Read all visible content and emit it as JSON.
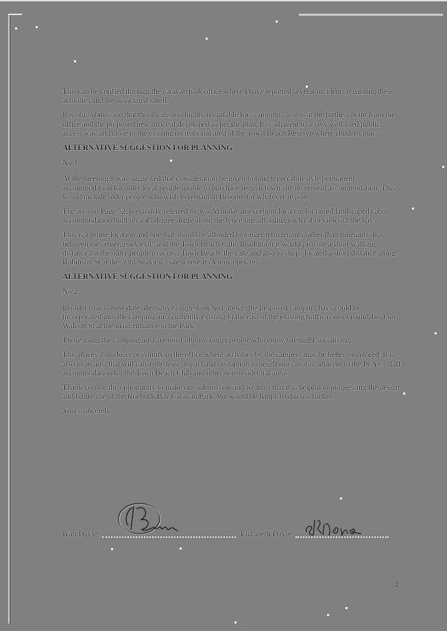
{
  "document": {
    "page_number": "2",
    "paragraphs": [
      {
        "type": "para",
        "text": "This can be verified through the caravan park office where I have reported several incidents regarding these activities and the associated smell."
      },
      {
        "type": "para",
        "text": "It is our submission that this location is highly unsuitable for \"camping\" as it is at the furthest point from the office and the proposed new office if developed as per the plan. It is adjacent to a very well used public access way and close to the existing recreational area of the Town Beach Reserve where children play."
      },
      {
        "type": "heading",
        "text": "ALTERNATIVE SUGGESTION FOR PLANNING"
      },
      {
        "type": "subhead",
        "text": "No 1."
      },
      {
        "type": "para",
        "text": "At the meeting it was suggested that consideration be given to long term cabin style permanent accommodation for older local people unable to purchase regular town site retirement accommodation. This would include older people who wish to remain in Broome for whatever reason."
      },
      {
        "type": "para",
        "text": "The area on Page 52, previously referred to, would make an excellent location for tiered landscaped cabin accommodation built on a 45 degree angle along the fence line affording each cabin views of the bay."
      },
      {
        "type": "para",
        "text": "This is a prime location and one that should be afforded to longer term tenants rather than itinerants. It is between the \"emergency exit\" and the Town Beach Café. In addition it would provide a short walking distance for the older people to access Town Beach, the café and also to shops located a short distance along Robinson St at the \"Old Seaview\" site where IGA now operates."
      },
      {
        "type": "heading",
        "text": "ALTERNATIVE SUGGESTION FOR PLANNING"
      },
      {
        "type": "subhead",
        "text": "No 2."
      },
      {
        "type": "para",
        "text": "In order to accommodate alternative suggestion No1 above, the proposed camping bays could be incorporated into the camping area currently existing to the east of the existing traffic control roundabout on Walcott St at the main entrance to the Park."
      },
      {
        "type": "para",
        "text": "Those using the camping area are most often younger people who enjoy late night socialising."
      },
      {
        "type": "para",
        "text": "This places it in closer proximity to the office where activities by the campers may be better monitored. It is also in an area that will cause the least impact and disruption to neighbours as it is adjacent to the PCYC, staff accommodation for the Town Beach Club and other non-residential areas."
      },
      {
        "type": "para",
        "text": "Thank you for the opportunity to make our submission and we trust that it is helpful in progressing the design and future use of the Roebuck Bay Caravan Park. We would be happy to discuss further."
      },
      {
        "type": "para",
        "text": "Yours sincerely"
      }
    ],
    "signatories": [
      {
        "name": "Ivan Davie"
      },
      {
        "name": "Elizabeth Davie"
      }
    ]
  },
  "colors": {
    "background": "#808080",
    "text": "#1a1a1a",
    "halo": "#ffffff"
  }
}
